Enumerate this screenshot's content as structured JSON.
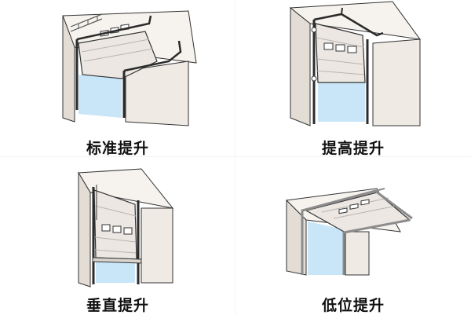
{
  "colors": {
    "wall": "#efeae4",
    "wall_shade": "#e3ddd6",
    "ceiling": "#f6f2ee",
    "door": "#ece7e2",
    "door_edge": "#b9b4ae",
    "track": "#2b2b2b",
    "track_light": "#8c8c8c",
    "sky": "#c9e6f8",
    "window": "#ffffff",
    "outline": "#333333"
  },
  "panels": [
    {
      "id": "standard",
      "label": "标准提升",
      "icon": "standard-lift-door-icon"
    },
    {
      "id": "high",
      "label": "提高提升",
      "icon": "high-lift-door-icon"
    },
    {
      "id": "vertical",
      "label": "垂直提升",
      "icon": "vertical-lift-door-icon"
    },
    {
      "id": "low",
      "label": "低位提升",
      "icon": "low-headroom-lift-door-icon"
    }
  ]
}
